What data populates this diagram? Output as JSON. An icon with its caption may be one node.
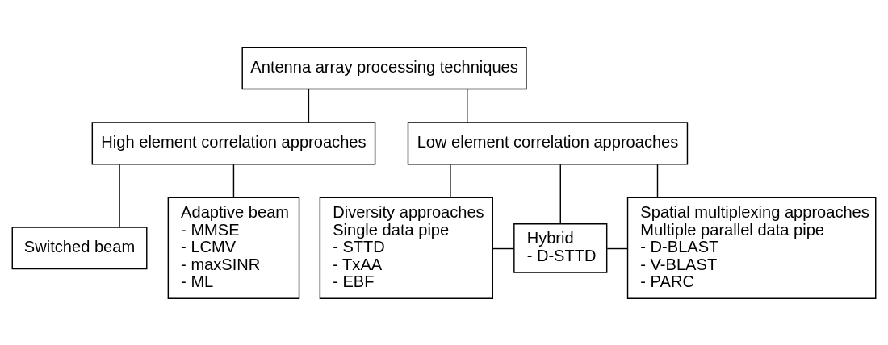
{
  "diagram": {
    "nodes": [
      {
        "text": [
          "Antenna array processing techniques"
        ]
      },
      {
        "text": [
          "High element correlation approaches"
        ]
      },
      {
        "text": [
          "Low element correlation approaches"
        ]
      },
      {
        "text": [
          "Switched beam"
        ]
      },
      {
        "text": [
          "Adaptive beam",
          "- MMSE",
          "- LCMV",
          "- maxSINR",
          "- ML"
        ]
      },
      {
        "text": [
          "Diversity approaches",
          "Single data pipe",
          "- STTD",
          "- TxAA",
          "- EBF"
        ]
      },
      {
        "text": [
          "Hybrid",
          "- D-STTD"
        ]
      },
      {
        "text": [
          "Spatial multiplexing approaches",
          "Multiple parallel data pipe",
          "- D-BLAST",
          "- V-BLAST",
          "- PARC"
        ]
      }
    ],
    "edges": [
      {
        "from": 0,
        "to": 1,
        "arrow": "none"
      },
      {
        "from": 0,
        "to": 2,
        "arrow": "none"
      },
      {
        "from": 1,
        "to": 3,
        "arrow": "none"
      },
      {
        "from": 1,
        "to": 4,
        "arrow": "none"
      },
      {
        "from": 2,
        "to": 5,
        "arrow": "none"
      },
      {
        "from": 2,
        "to": 6,
        "arrow": "none"
      },
      {
        "from": 2,
        "to": 7,
        "arrow": "none"
      },
      {
        "from": 5,
        "to": 6,
        "arrow": "none"
      },
      {
        "from": 6,
        "to": 7,
        "arrow": "none"
      }
    ]
  }
}
